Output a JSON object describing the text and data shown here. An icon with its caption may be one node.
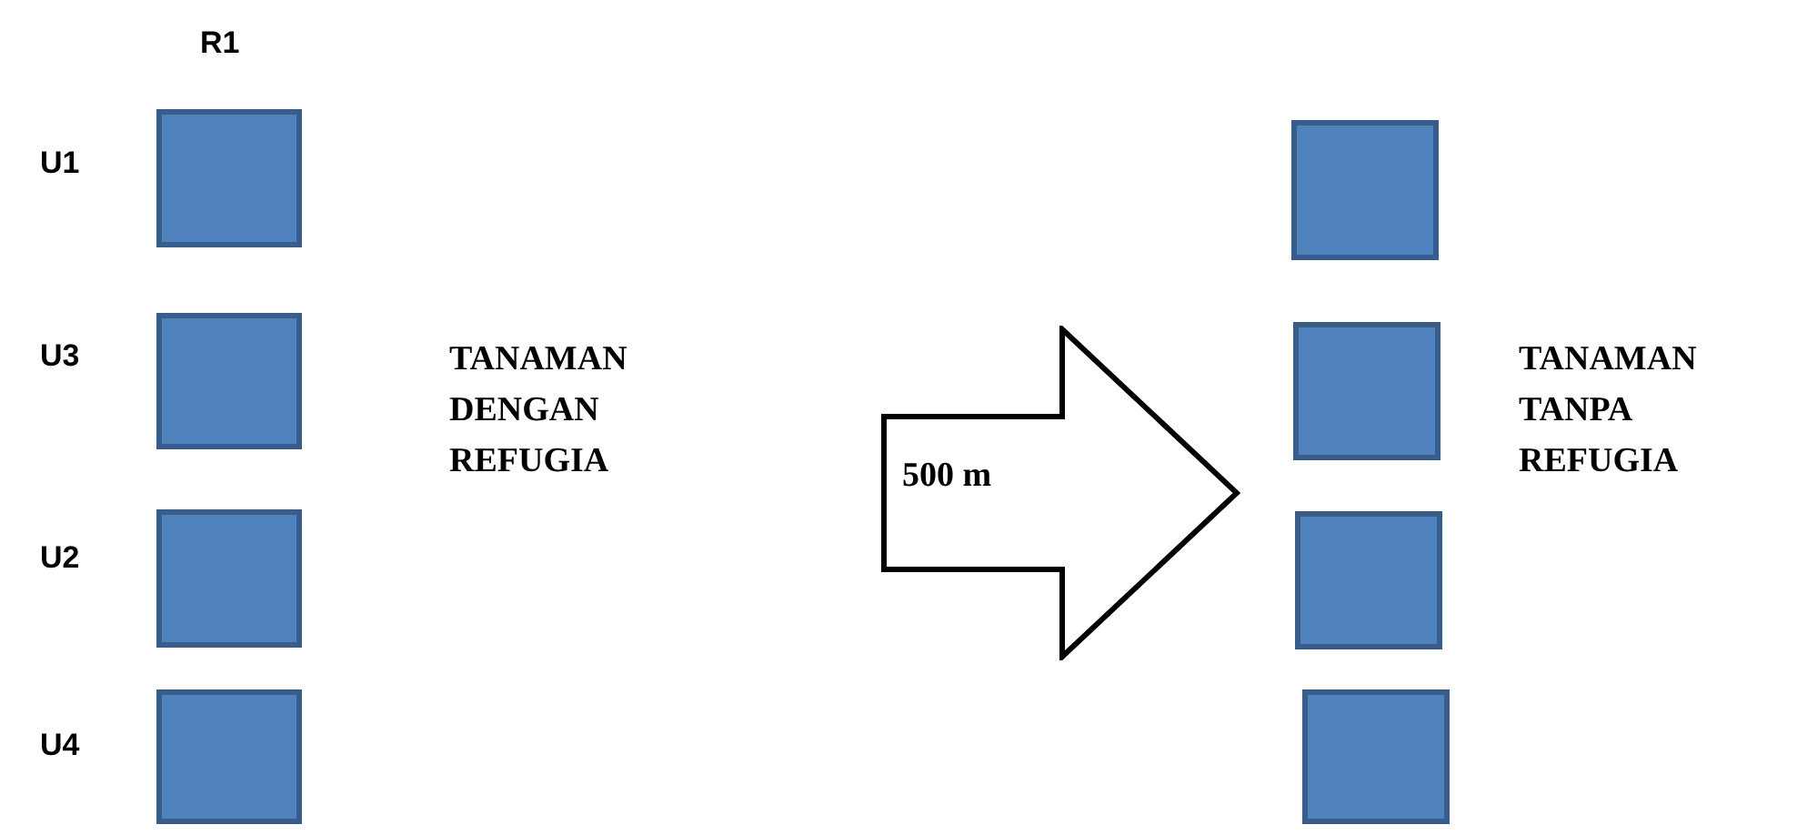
{
  "diagram": {
    "nodes": [
      {
        "text": [],
        "shape": "box"
      },
      {
        "text": [],
        "shape": "box"
      },
      {
        "text": [],
        "shape": "box"
      },
      {
        "text": [],
        "shape": "box"
      },
      {
        "text": [
          "500 m"
        ]
      },
      {
        "text": [],
        "shape": "box"
      },
      {
        "text": [],
        "shape": "box"
      },
      {
        "text": [],
        "shape": "box"
      },
      {
        "text": [],
        "shape": "box"
      }
    ],
    "labels": [
      "R1",
      "U1",
      "U3",
      "U2",
      "U4",
      "TANAMAN DENGAN REFUGIA",
      "TANAMAN TANPA REFUGIA"
    ]
  }
}
